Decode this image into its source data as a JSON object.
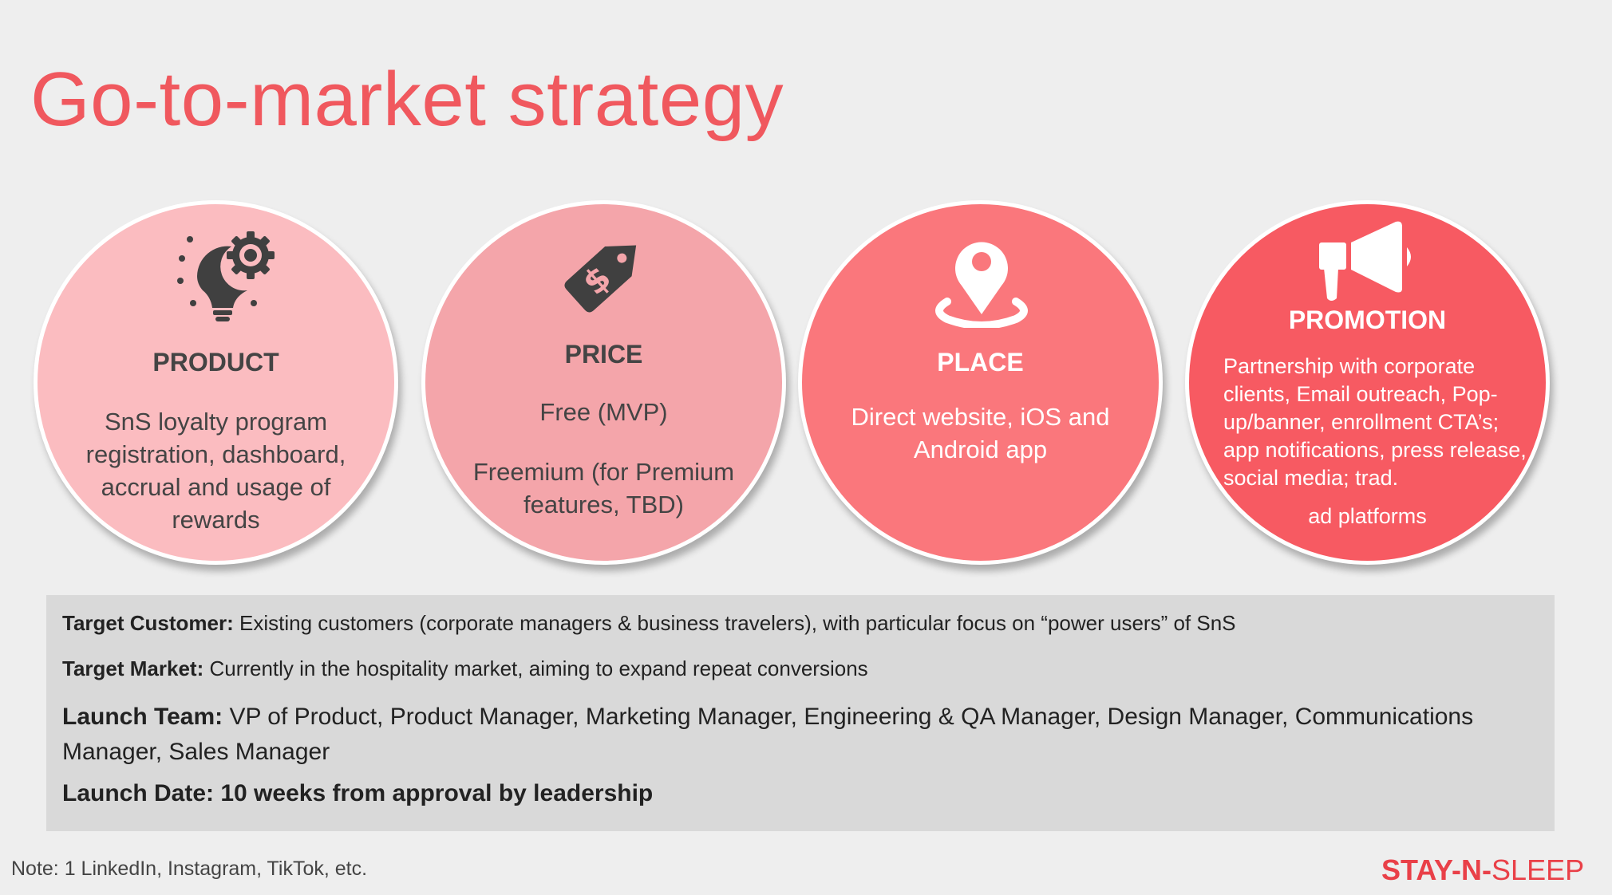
{
  "title": "Go-to-market strategy",
  "circles": [
    {
      "heading": "PRODUCT",
      "text": "SnS loyalty program registration, dashboard, accrual and usage of rewards",
      "icon": "lightbulb-gear-icon",
      "color": "#fbbcc0"
    },
    {
      "heading": "PRICE",
      "text1": "Free (MVP)",
      "text2": "Freemium (for Premium features, TBD)",
      "icon": "price-tag-icon",
      "color": "#f4a5aa"
    },
    {
      "heading": "PLACE",
      "text": "Direct website, iOS and Android  app",
      "icon": "location-pin-icon",
      "color": "#fa777c"
    },
    {
      "heading": "PROMOTION",
      "text": "Partnership with corporate clients, Email outreach, Pop-up/banner, enrollment CTA’s; app notifications, press release, social media; trad.",
      "text2": "ad platforms",
      "icon": "megaphone-icon",
      "color": "#f75a62"
    }
  ],
  "details": {
    "target_customer_label": "Target Customer:",
    "target_customer_text": " Existing customers (corporate managers & business travelers), with particular focus on “power users” of SnS",
    "target_market_label": "Target Market:",
    "target_market_text": " Currently in the hospitality market, aiming to expand repeat conversions",
    "launch_team_label": "Launch Team:",
    "launch_team_text": " VP of Product, Product Manager, Marketing Manager, Engineering & QA Manager, Design Manager, Communications Manager, Sales Manager",
    "launch_date": "Launch Date: 10 weeks from approval by leadership"
  },
  "note": "Note: 1 LinkedIn, Instagram, TikTok, etc.",
  "brand": {
    "part1": "STAY-N-",
    "part2": "SLEEP"
  }
}
